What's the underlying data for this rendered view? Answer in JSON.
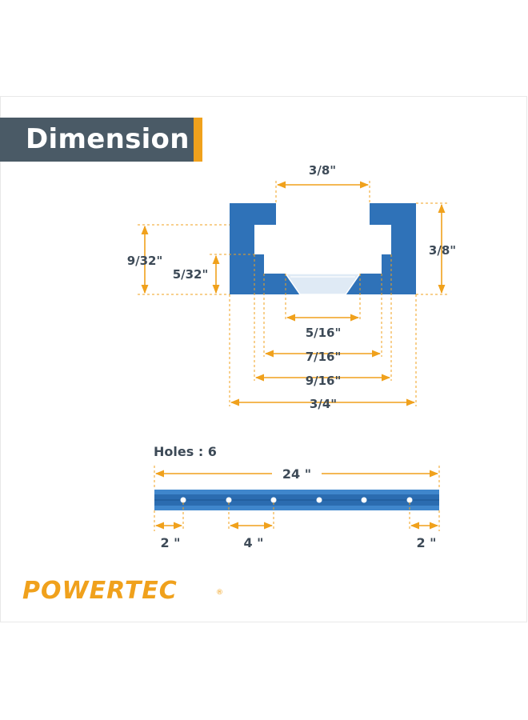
{
  "header": {
    "title": "Dimension"
  },
  "profile": {
    "top_opening": "3/8\"",
    "outer_height": "9/32\"",
    "inner_step": "5/32\"",
    "right_height": "3/8\"",
    "bottom_slot": "5/16\"",
    "inner_width": "7/16\"",
    "mid_width": "9/16\"",
    "overall_width": "3/4\""
  },
  "bar": {
    "holes_label": "Holes : 6",
    "length": "24 \"",
    "end_spacing_left": "2 \"",
    "hole_spacing": "4 \"",
    "end_spacing_right": "2 \""
  },
  "brand": {
    "name": "POWERTEC",
    "reg": "®"
  },
  "colors": {
    "track_blue": "#2f72b8",
    "accent_orange": "#f0a11c",
    "banner_gray": "#4a5a66"
  }
}
